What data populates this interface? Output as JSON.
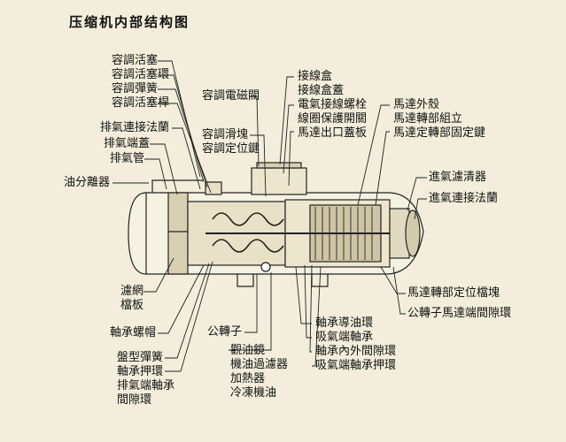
{
  "title": "压缩机内部结构图",
  "labels": {
    "capacity_group": [
      "容調活塞",
      "容調活塞環",
      "容調彈簧",
      "容調活塞桿"
    ],
    "exhaust_flange": "排氣連接法蘭",
    "exhaust_cap": "排氣端蓋",
    "exhaust_pipe": "排氣管",
    "oil_separator": "油分離器",
    "solenoid": "容調電磁閥",
    "slide_group": [
      "容調滑塊",
      "容調定位鍵"
    ],
    "terminal_group": [
      "接線盒",
      "接線盒蓋",
      "電氣接線螺栓",
      "線圈保護開關",
      "馬達出口蓋板"
    ],
    "motor_group": [
      "馬達外殼",
      "馬達轉部組立",
      "馬達定轉部固定鍵"
    ],
    "suction_filter": "進氣濾清器",
    "suction_flange": "進氣連接法蘭",
    "filter_group": [
      "濾網",
      "檔板"
    ],
    "motor_rotor_block": "馬達轉部定位檔塊",
    "rotor_gap_ring": "公轉子馬達端間隙環",
    "bearing_nut": "軸承螺帽",
    "male_rotor": "公轉子",
    "oil_group": [
      "觀油鏡",
      "機油過濾器",
      "加熱器",
      "冷凍機油"
    ],
    "suction_bearing_group": [
      "軸承導油環",
      "吸氣端軸承",
      "軸承內外間隙環",
      "吸氣端軸承押環"
    ],
    "spring_group": [
      "盤型彈簧",
      "軸承押環",
      "排氣端軸承",
      "間隙環"
    ]
  }
}
